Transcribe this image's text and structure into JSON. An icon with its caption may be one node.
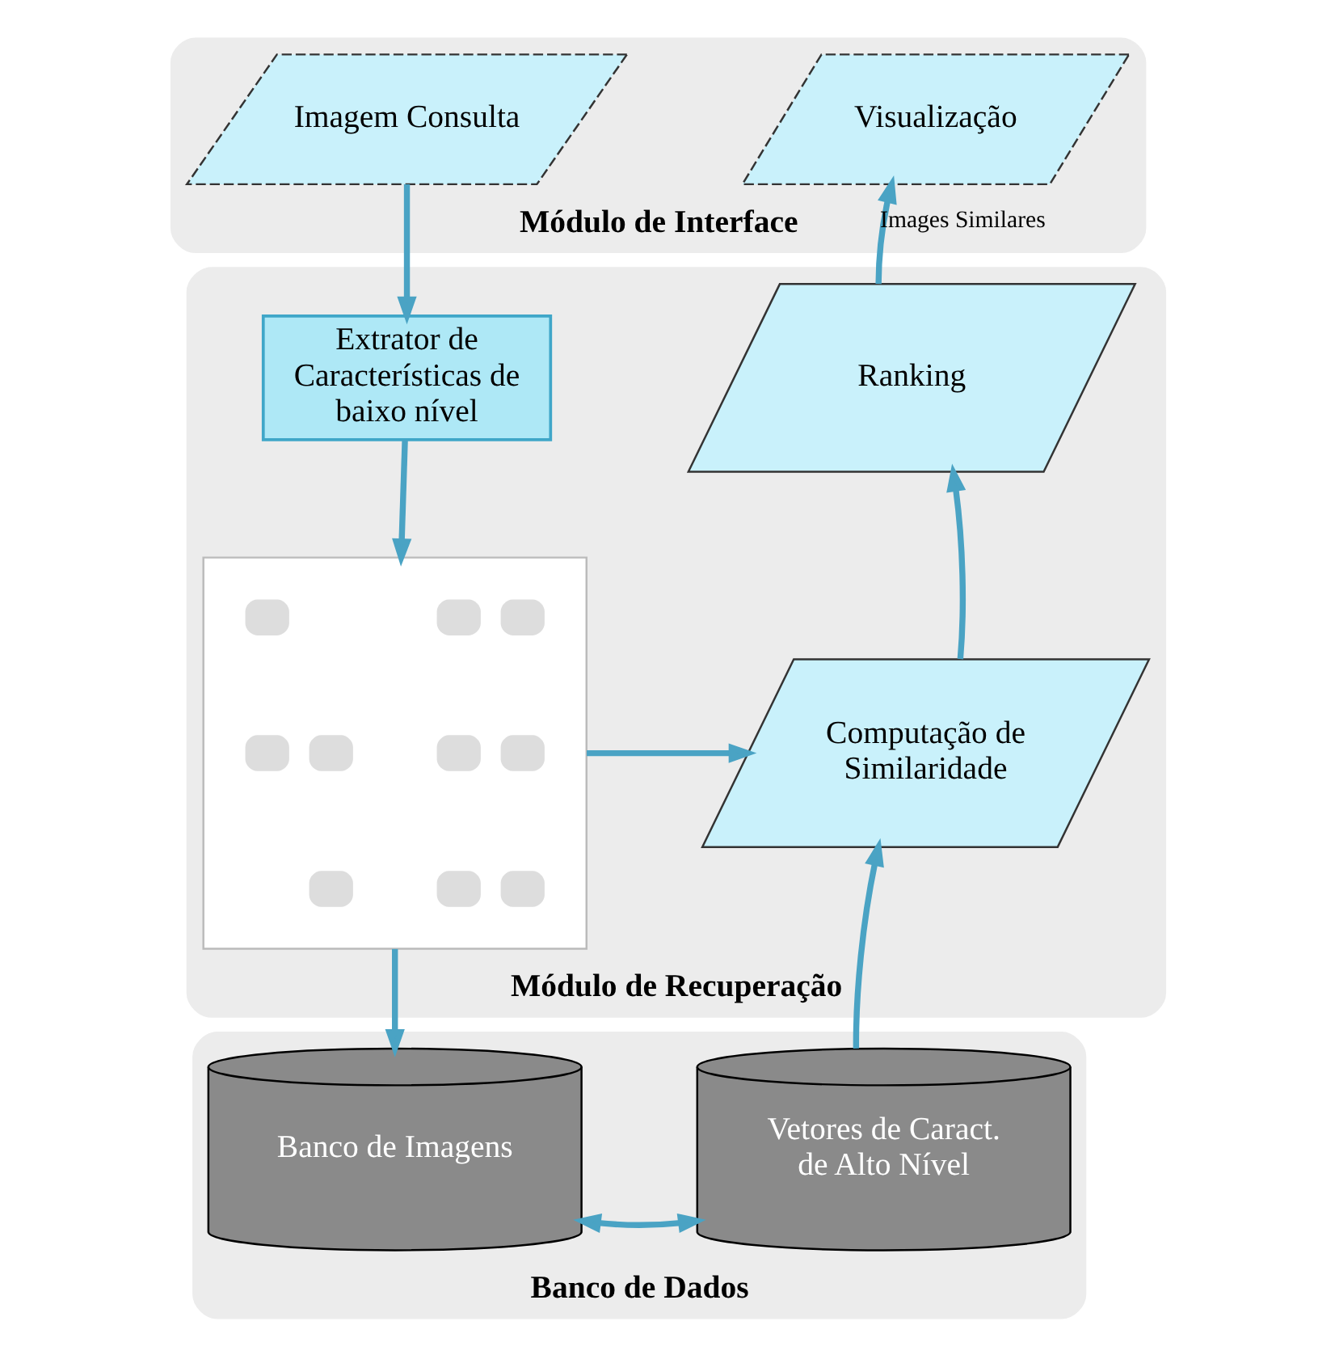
{
  "diagram": {
    "nodes": [
      {
        "text": [
          "Módulo de Interface"
        ]
      },
      {
        "text": [
          "Imagem Consulta"
        ],
        "in": 0
      },
      {
        "text": [
          "Visualização"
        ],
        "in": 0
      },
      {
        "text": [
          "Módulo de Recuperação"
        ]
      },
      {
        "text": [
          "Extrator de Características de baixo nível"
        ],
        "in": 3
      },
      {
        "text": [],
        "shape": "picture",
        "in": 3
      },
      {
        "text": [
          "Computação de Similaridade"
        ],
        "in": 3
      },
      {
        "text": [
          "Ranking"
        ],
        "in": 3
      },
      {
        "text": [
          "Banco de Dados"
        ]
      },
      {
        "text": [
          "Banco de Imagens"
        ],
        "in": 8
      },
      {
        "text": [
          "Vetores de Caract. de Alto Nível"
        ],
        "in": 8
      }
    ],
    "edges": [
      {
        "from": 1,
        "to": 4,
        "arrow": "to"
      },
      {
        "from": 4,
        "to": 5,
        "arrow": "to"
      },
      {
        "from": 5,
        "to": 6,
        "arrow": "to"
      },
      {
        "from": 5,
        "to": 9,
        "arrow": "to"
      },
      {
        "from": 9,
        "to": 10,
        "arrow": "both"
      },
      {
        "from": 10,
        "to": 6,
        "arrow": "to"
      },
      {
        "from": 6,
        "to": 7,
        "arrow": "to"
      },
      {
        "from": 7,
        "to": 2,
        "arrow": "to",
        "label": "Images Similares"
      }
    ]
  }
}
